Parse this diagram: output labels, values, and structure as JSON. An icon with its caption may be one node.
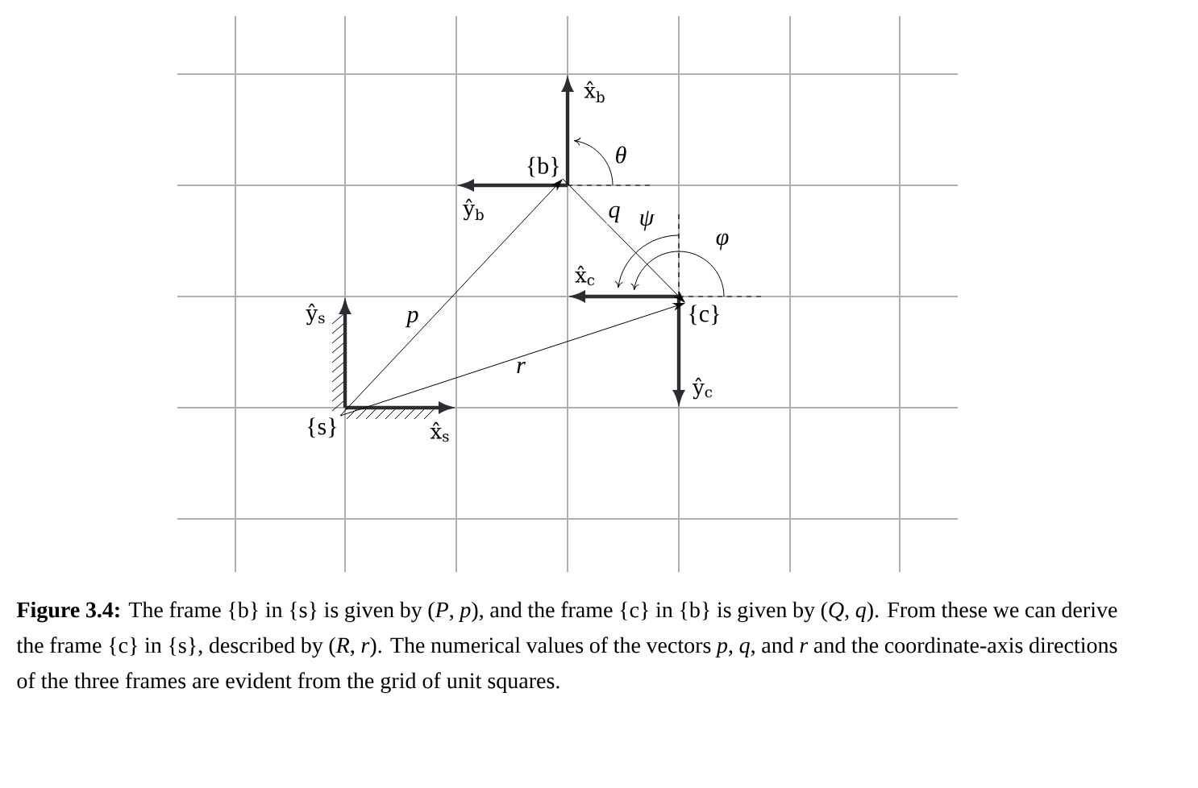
{
  "diagram": {
    "caption": "**Figure 3.4:** The frame {b} in {s} is given by (*P*, *p*), and the frame {c} in {b} is given by (*Q*, *q*). From these we can derive the frame {c} in {s}, described by (*R*, *r*). The numerical values of the vectors *p*, *q*, and *r* and the coordinate-axis directions of the three frames are evident from the grid of unit squares.",
    "nodes": [
      {
        "text": [
          "{s}"
        ]
      },
      {
        "text": [
          "{b}"
        ]
      },
      {
        "text": [
          "{c}"
        ]
      }
    ],
    "edges": [
      {
        "from": 0,
        "to": 1,
        "arrow": "to",
        "label": "p"
      },
      {
        "from": 1,
        "to": 2,
        "arrow": "to",
        "label": "q"
      },
      {
        "from": 0,
        "to": 2,
        "arrow": "to",
        "label": "r"
      }
    ],
    "labels": [
      "x̂$_{b}$",
      "ŷ$_{b}$",
      "θ",
      "ψ",
      "φ",
      "x̂$_{c}$",
      "ŷ$_{c}$",
      "ŷ$_{s}$",
      "x̂$_{s}$"
    ]
  }
}
